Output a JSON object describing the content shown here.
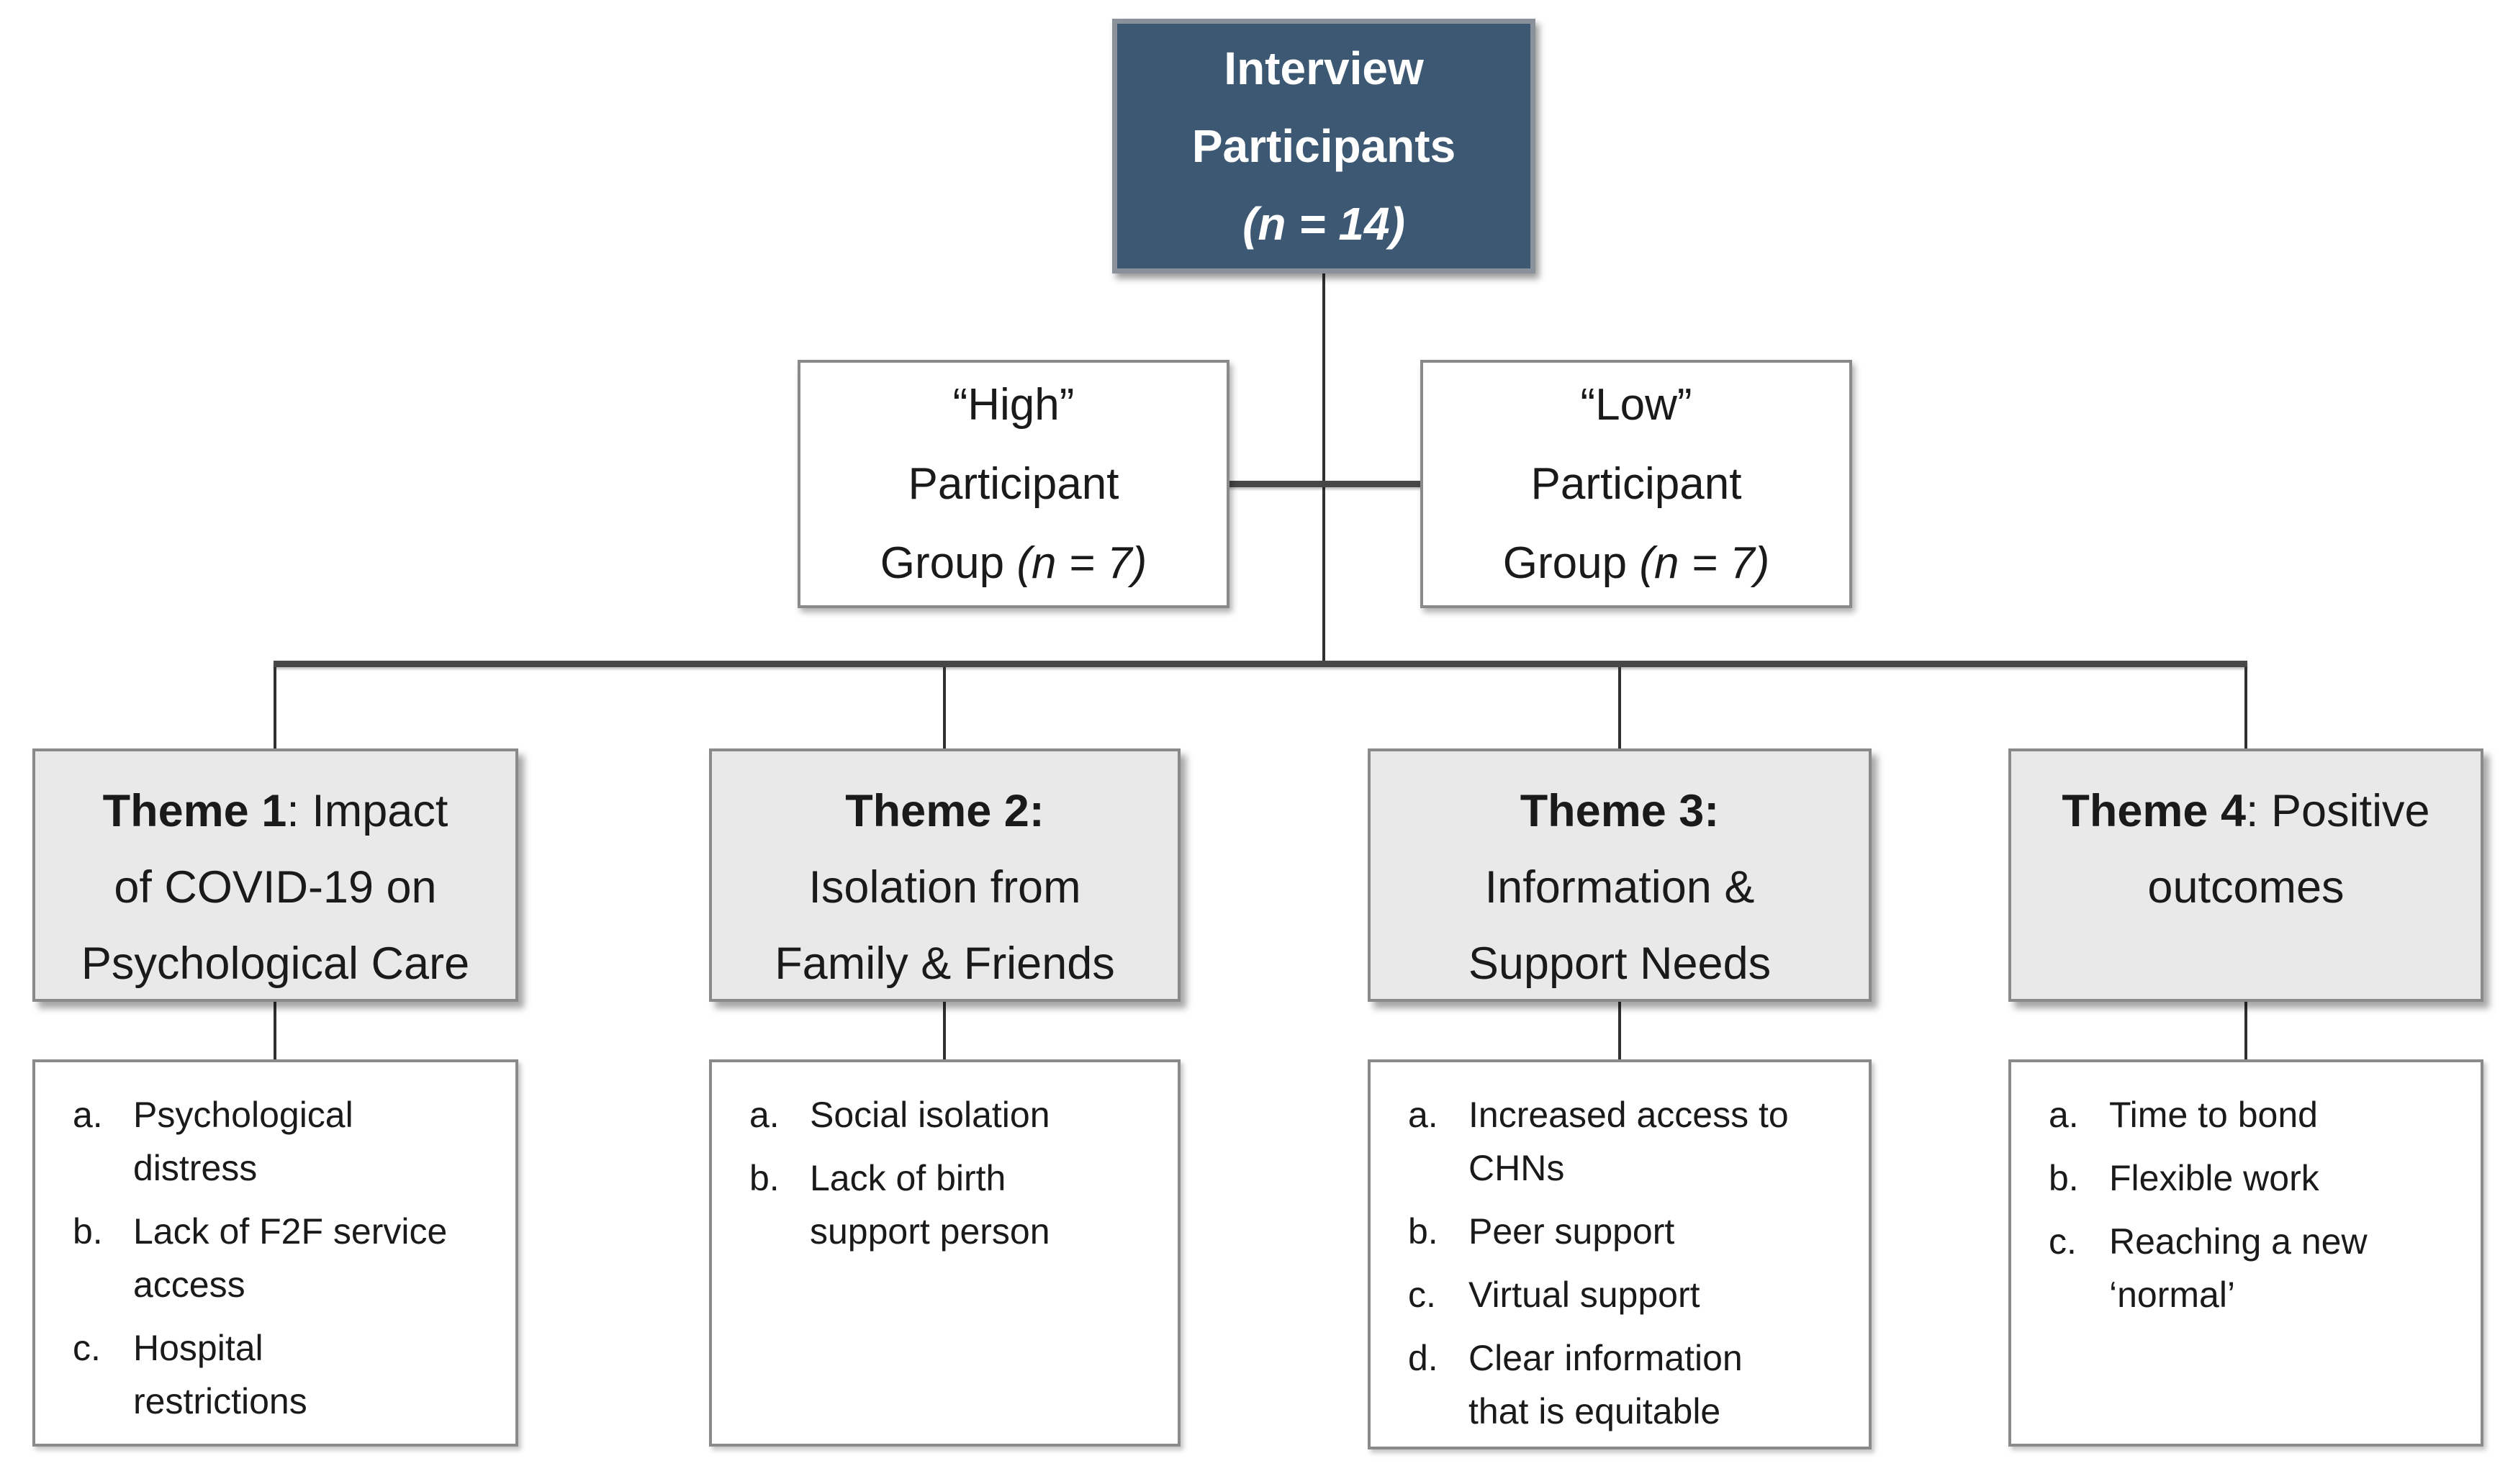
{
  "figure": {
    "title_semantic": "Interview participants and themes flowchart",
    "root": {
      "line1": "Interview",
      "line2": "Participants",
      "line3": "(n = 14)"
    },
    "groups": [
      {
        "line1": "“High”",
        "line2": "Participant",
        "line3_text": "Group ",
        "line3_stat": "(n = 7)"
      },
      {
        "line1": "“Low”",
        "line2": "Participant",
        "line3_text": "Group ",
        "line3_stat": "(n = 7)"
      }
    ],
    "themes": [
      {
        "label": "Theme 1",
        "line1_rest": ": Impact",
        "line2": "of COVID-19 on",
        "line3": "Psychological Care"
      },
      {
        "label": "Theme 2:",
        "line1_rest": "",
        "line2": "Isolation from",
        "line3": "Family & Friends"
      },
      {
        "label": "Theme 3:",
        "line1_rest": "",
        "line2": "Information &",
        "line3": "Support Needs"
      },
      {
        "label": "Theme 4",
        "line1_rest": ": Positive",
        "line2": "outcomes",
        "line3": ""
      }
    ],
    "details": [
      {
        "items": [
          {
            "marker": "a.",
            "text": "Psychological\ndistress"
          },
          {
            "marker": "b.",
            "text": "Lack of F2F service\naccess"
          },
          {
            "marker": "c.",
            "text": "Hospital\nrestrictions"
          }
        ]
      },
      {
        "items": [
          {
            "marker": "a.",
            "text": "Social isolation"
          },
          {
            "marker": "b.",
            "text": "Lack of birth\nsupport person"
          }
        ]
      },
      {
        "items": [
          {
            "marker": "a.",
            "text": "Increased access to\nCHNs"
          },
          {
            "marker": "b.",
            "text": "Peer support"
          },
          {
            "marker": "c.",
            "text": "Virtual support"
          },
          {
            "marker": "d.",
            "text": "Clear information\nthat is equitable"
          }
        ]
      },
      {
        "items": [
          {
            "marker": "a.",
            "text": "Time to bond"
          },
          {
            "marker": "b.",
            "text": "Flexible work"
          },
          {
            "marker": "c.",
            "text": "Reaching a new\n‘normal’"
          }
        ]
      }
    ],
    "colors": {
      "root_fill": "#3C5872",
      "root_text": "#FFFFFF",
      "theme_fill": "#E9E9E9",
      "detail_fill": "#FFFFFF",
      "box_border": "#8A8A8A",
      "connector": "#303030",
      "text": "#1A1A1A"
    }
  }
}
